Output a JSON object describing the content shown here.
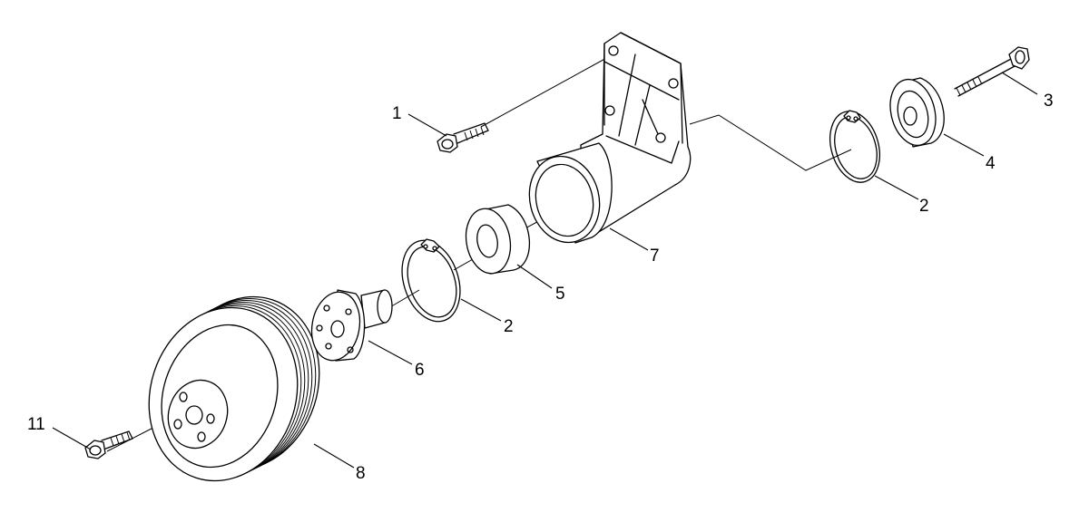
{
  "callouts": {
    "c1": "1",
    "c2a": "2",
    "c2b": "2",
    "c3": "3",
    "c4": "4",
    "c5": "5",
    "c6": "6",
    "c7": "7",
    "c8": "8",
    "c11": "11"
  }
}
